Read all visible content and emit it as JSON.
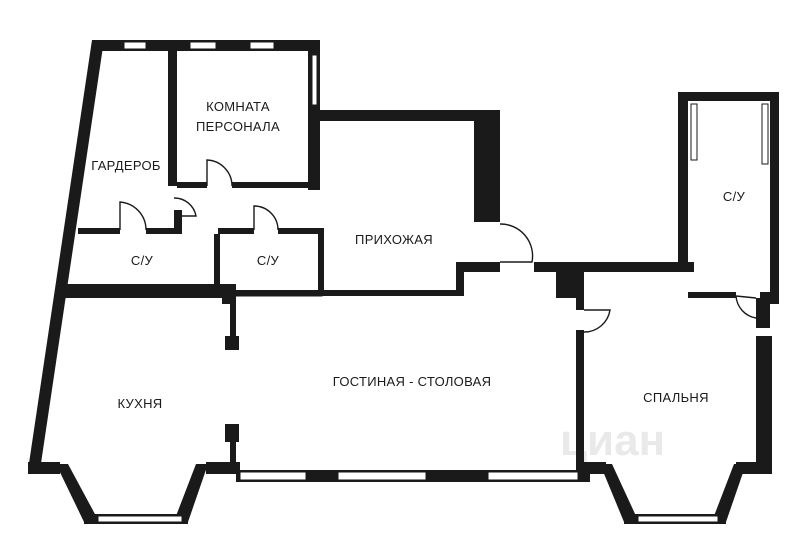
{
  "rooms": {
    "staff": [
      "КОМНАТА",
      "ПЕРСОНАЛА"
    ],
    "wardrobe": "ГАРДЕРОБ",
    "bath1": "С/У",
    "bath2": "С/У",
    "bath3": "С/У",
    "hall": "ПРИХОЖАЯ",
    "kitchen": "КУХНЯ",
    "living": "ГОСТИНАЯ - СТОЛОВАЯ",
    "bedroom": "СПАЛЬНЯ"
  },
  "watermark": "циан",
  "colors": {
    "wall": "#1a1a1a",
    "background": "#ffffff"
  }
}
